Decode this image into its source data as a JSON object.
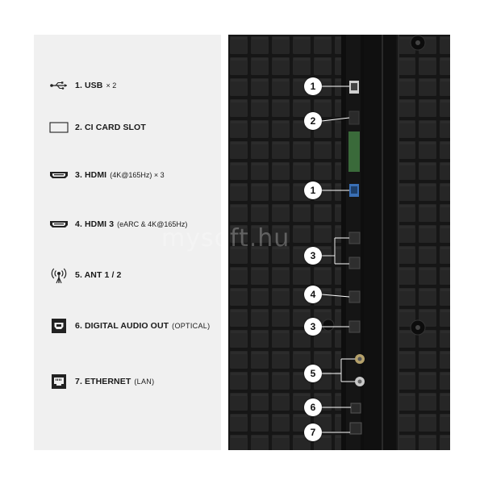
{
  "ports": [
    {
      "icon": "usb-icon",
      "label": "1. USB",
      "note": "× 2"
    },
    {
      "icon": "ci-card-slot-icon",
      "label": "2. CI CARD SLOT",
      "note": ""
    },
    {
      "icon": "hdmi-icon",
      "label": "3. HDMI",
      "note": "(4K@165Hz)  × 3"
    },
    {
      "icon": "hdmi-icon",
      "label": "4. HDMI 3",
      "note": "(eARC & 4K@165Hz)"
    },
    {
      "icon": "antenna-icon",
      "label": "5. ANT 1 / 2",
      "note": ""
    },
    {
      "icon": "optical-audio-icon",
      "label": "6. DIGITAL AUDIO OUT",
      "note": "(OPTICAL)"
    },
    {
      "icon": "ethernet-icon",
      "label": "7. ETHERNET",
      "note": "(LAN)"
    }
  ],
  "callouts": [
    "1",
    "2",
    "1",
    "3",
    "4",
    "3",
    "5",
    "6",
    "7"
  ],
  "watermark": "mysoft.hu",
  "colors": {
    "left_panel": "#f0f0f0",
    "right_panel": "#1b1b1b",
    "callout": "#ffffff"
  }
}
